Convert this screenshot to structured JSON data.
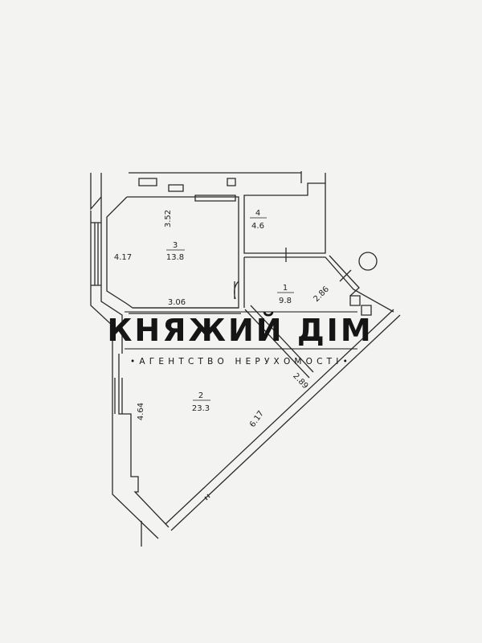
{
  "plan": {
    "rooms": [
      {
        "number": "1",
        "area": "9.8"
      },
      {
        "number": "2",
        "area": "23.3"
      },
      {
        "number": "3",
        "area": "13.8"
      },
      {
        "number": "4",
        "area": "4.6"
      }
    ],
    "dimensions": {
      "d352": "3.52",
      "d417": "4.17",
      "d306": "3.06",
      "d286": "2.86",
      "d289": "2.89",
      "d464": "4.64",
      "d617": "6.17"
    }
  },
  "watermark": {
    "brand": "КНЯЖИЙ ДІМ",
    "tagline": "•АГЕНТСТВО НЕРУХОМОСТІ•"
  }
}
